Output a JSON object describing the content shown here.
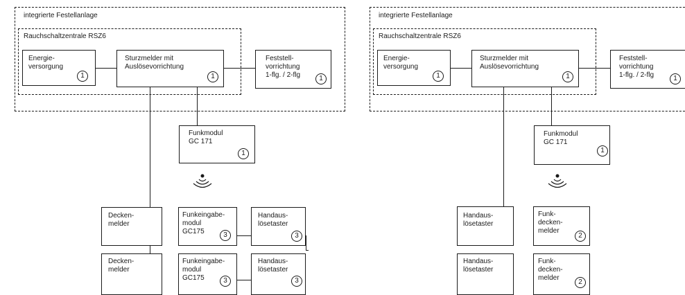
{
  "left": {
    "outer_label": "integrierte Festellanlage",
    "inner_label": "Rauchschaltzentrale RSZ6",
    "energie": {
      "text": "Energie-\nversorgung",
      "num": "1"
    },
    "sturz": {
      "text": "Sturzmelder mit\nAuslösevorrichtung",
      "num": "1"
    },
    "feststell": {
      "text": "Feststell-\nvorrichtung\n1-flg. / 2-flg",
      "num": "1"
    },
    "funkmodul": {
      "text": "Funkmodul\nGC 171",
      "num": "1"
    },
    "decken1": {
      "text": "Decken-\nmelder"
    },
    "decken2": {
      "text": "Decken-\nmelder"
    },
    "funkein1": {
      "text": "Funkeingabe-\nmodul\nGC175",
      "num": "3"
    },
    "funkein2": {
      "text": "Funkeingabe-\nmodul\nGC175",
      "num": "3"
    },
    "hand1": {
      "text": "Handaus-\nlösetaster",
      "num": "3"
    },
    "hand2": {
      "text": "Handaus-\nlösetaster",
      "num": "3"
    }
  },
  "right": {
    "outer_label": "integrierte Festellanlage",
    "inner_label": "Rauchschaltzentrale RSZ6",
    "energie": {
      "text": "Energie-\nversorgung",
      "num": "1"
    },
    "sturz": {
      "text": "Sturzmelder mit\nAuslösevorrichtung",
      "num": "1"
    },
    "feststell": {
      "text": "Feststell-\nvorrichtung\n1-flg. / 2-flg",
      "num": "1"
    },
    "funkmodul": {
      "text": "Funkmodul\nGC 171",
      "num": "1"
    },
    "hand1": {
      "text": "Handaus-\nlösetaster"
    },
    "hand2": {
      "text": "Handaus-\nlösetaster"
    },
    "funkdecken1": {
      "text": "Funk-\ndecken-\nmelder",
      "num": "2"
    },
    "funkdecken2": {
      "text": "Funk-\ndecken-\nmelder",
      "num": "2"
    }
  }
}
